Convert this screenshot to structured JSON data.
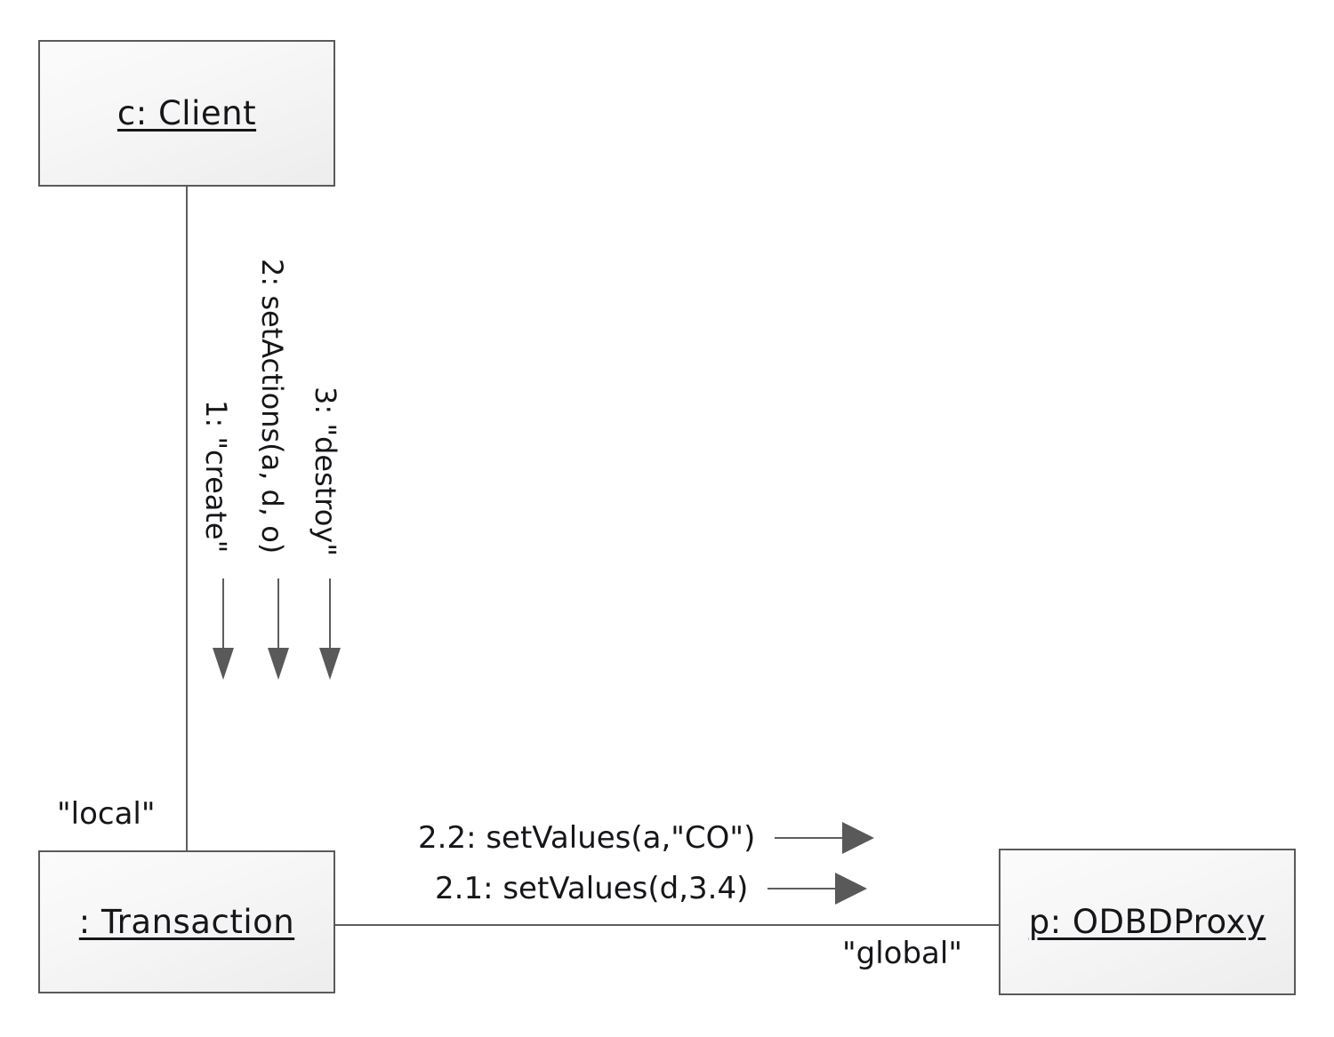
{
  "diagram": {
    "type": "uml-communication-diagram",
    "title": "UML Communication Diagram",
    "background_color": "#ffffff",
    "line_color": "#5d5d61",
    "arrow_fill": "#595959",
    "box_border_color": "#5a5a5e",
    "text_color": "#16161a"
  },
  "objects": [
    {
      "id": "client",
      "label": "c:  Client",
      "role": "c",
      "class": "Client"
    },
    {
      "id": "transaction",
      "label": ":  Transaction",
      "role": "",
      "class": "Transaction"
    },
    {
      "id": "proxy",
      "label": "p:  ODBDProxy",
      "role": "p",
      "class": "ODBDProxy"
    }
  ],
  "links": [
    {
      "id": "client-transaction",
      "from": "client",
      "to": "transaction",
      "stereotype": "\"local\""
    },
    {
      "id": "transaction-proxy",
      "from": "transaction",
      "to": "proxy",
      "stereotype": "\"global\""
    }
  ],
  "link_labels": {
    "local": "\"local\"",
    "global": "\"global\""
  },
  "messages": [
    {
      "id": "m1",
      "sequence": "1",
      "text": "1: \"create\"",
      "from": "client",
      "to": "transaction",
      "direction": "down",
      "orientation": "vertical"
    },
    {
      "id": "m2",
      "sequence": "2",
      "text": "2: setActions(a, d, o)",
      "from": "client",
      "to": "transaction",
      "direction": "down",
      "orientation": "vertical"
    },
    {
      "id": "m3",
      "sequence": "3",
      "text": "3: \"destroy\"",
      "from": "client",
      "to": "transaction",
      "direction": "down",
      "orientation": "vertical"
    },
    {
      "id": "m22",
      "sequence": "2.2",
      "text": "2.2: setValues(a,\"CO\")",
      "from": "transaction",
      "to": "proxy",
      "direction": "right",
      "orientation": "horizontal"
    },
    {
      "id": "m21",
      "sequence": "2.1",
      "text": "2.1: setValues(d,3.4)",
      "from": "transaction",
      "to": "proxy",
      "direction": "right",
      "orientation": "horizontal"
    }
  ]
}
